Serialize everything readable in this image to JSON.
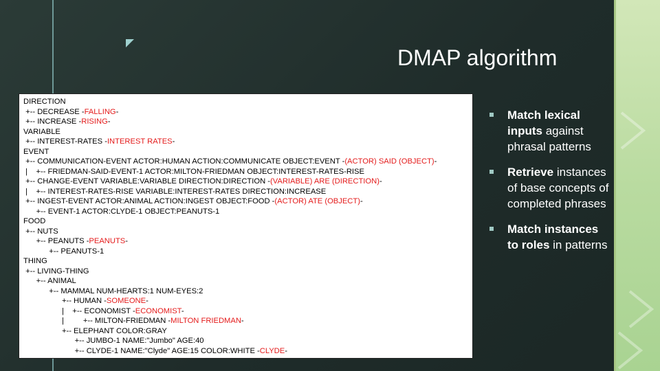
{
  "slide": {
    "title": "DMAP algorithm"
  },
  "tree_lines": [
    {
      "pre": "DIRECTION",
      "red": ""
    },
    {
      "pre": " +-- DECREASE -",
      "red": "FALLING",
      "post": "-"
    },
    {
      "pre": " +-- INCREASE -",
      "red": "RISING",
      "post": "-"
    },
    {
      "pre": "VARIABLE",
      "red": ""
    },
    {
      "pre": " +-- INTEREST-RATES -",
      "red": "INTEREST RATES",
      "post": "-"
    },
    {
      "pre": "EVENT",
      "red": ""
    },
    {
      "pre": " +-- COMMUNICATION-EVENT ACTOR:HUMAN ACTION:COMMUNICATE OBJECT:EVENT -",
      "red": "(ACTOR) SAID (OBJECT)",
      "post": "-"
    },
    {
      "pre": " |    +-- FRIEDMAN-SAID-EVENT-1 ACTOR:MILTON-FRIEDMAN OBJECT:INTEREST-RATES-RISE",
      "red": ""
    },
    {
      "pre": " +-- CHANGE-EVENT VARIABLE:VARIABLE DIRECTION:DIRECTION -",
      "red": "(VARIABLE) ARE (DIRECTION)",
      "post": "-"
    },
    {
      "pre": " |    +-- INTEREST-RATES-RISE VARIABLE:INTEREST-RATES DIRECTION:INCREASE",
      "red": ""
    },
    {
      "pre": " +-- INGEST-EVENT ACTOR:ANIMAL ACTION:INGEST OBJECT:FOOD -",
      "red": "(ACTOR) ATE (OBJECT)",
      "post": "-"
    },
    {
      "pre": "      +-- EVENT-1 ACTOR:CLYDE-1 OBJECT:PEANUTS-1",
      "red": ""
    },
    {
      "pre": "FOOD",
      "red": ""
    },
    {
      "pre": " +-- NUTS",
      "red": ""
    },
    {
      "pre": "      +-- PEANUTS -",
      "red": "PEANUTS",
      "post": "-"
    },
    {
      "pre": "            +-- PEANUTS-1",
      "red": ""
    },
    {
      "pre": "THING",
      "red": ""
    },
    {
      "pre": " +-- LIVING-THING",
      "red": ""
    },
    {
      "pre": "      +-- ANIMAL",
      "red": ""
    },
    {
      "pre": "            +-- MAMMAL NUM-HEARTS:1 NUM-EYES:2",
      "red": ""
    },
    {
      "pre": "                  +-- HUMAN -",
      "red": "SOMEONE",
      "post": "-"
    },
    {
      "pre": "                  |    +-- ECONOMIST -",
      "red": "ECONOMIST",
      "post": "-"
    },
    {
      "pre": "                  |         +-- MILTON-FRIEDMAN -",
      "red": "MILTON FRIEDMAN",
      "post": "-"
    },
    {
      "pre": "                  +-- ELEPHANT COLOR:GRAY",
      "red": ""
    },
    {
      "pre": "                        +-- JUMBO-1 NAME:\"Jumbo\" AGE:40",
      "red": ""
    },
    {
      "pre": "                        +-- CLYDE-1 NAME:\"Clyde\" AGE:15 COLOR:WHITE -",
      "red": "CLYDE",
      "post": "-"
    }
  ],
  "bullets": [
    {
      "bold": "Match lexical inputs",
      "rest": " against phrasal patterns"
    },
    {
      "bold": "Retrieve",
      "rest": " instances of base concepts of completed phrases"
    },
    {
      "bold": "Match instances to  roles",
      "rest": " in patterns"
    }
  ],
  "colors": {
    "background": "#233230",
    "highlight": "#e41b1b",
    "accent_strip": "#b9dba0",
    "bullet_marker": "#9fc9c3"
  }
}
